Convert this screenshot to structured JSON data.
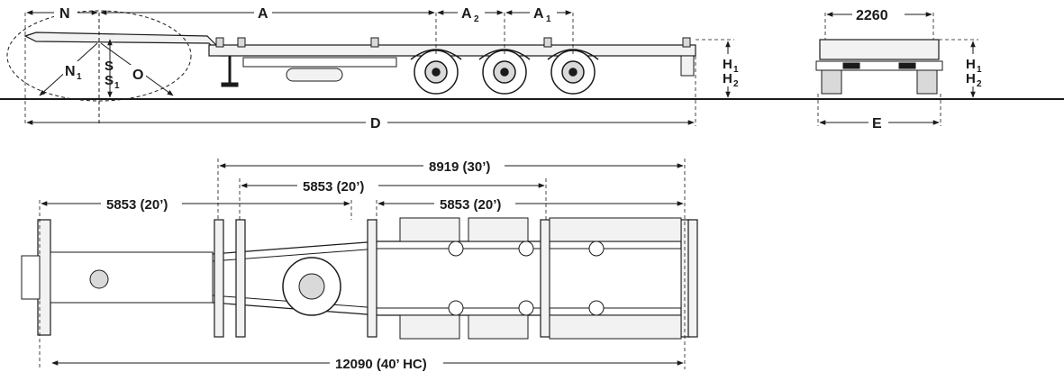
{
  "side_view": {
    "label_N": "N",
    "label_A": "A",
    "label_A2": "A",
    "label_A2_sub": "2",
    "label_A1": "A",
    "label_A1_sub": "1",
    "label_N1": "N",
    "label_N1_sub": "1",
    "label_S": "S",
    "label_S1": "S",
    "label_S1_sub": "1",
    "label_O": "O",
    "label_H1": "H",
    "label_H1_sub": "1",
    "label_H2": "H",
    "label_H2_sub": "2",
    "label_D": "D"
  },
  "rear_view": {
    "width_value": "2260",
    "label_H1": "H",
    "label_H1_sub": "1",
    "label_H2": "H",
    "label_H2_sub": "2",
    "label_E": "E"
  },
  "plan_view": {
    "dim_30ft": "8919 (30’)",
    "dim_20ft_center": "5853 (20’)",
    "dim_20ft_front": "5853 (20’)",
    "dim_20ft_rear": "5853 (20’)",
    "dim_40ft_hc": "12090 (40’ HC)"
  },
  "colors": {
    "line": "#1a1a1a",
    "fill_light": "#f2f2f2",
    "fill_mid": "#d9d9d9"
  }
}
